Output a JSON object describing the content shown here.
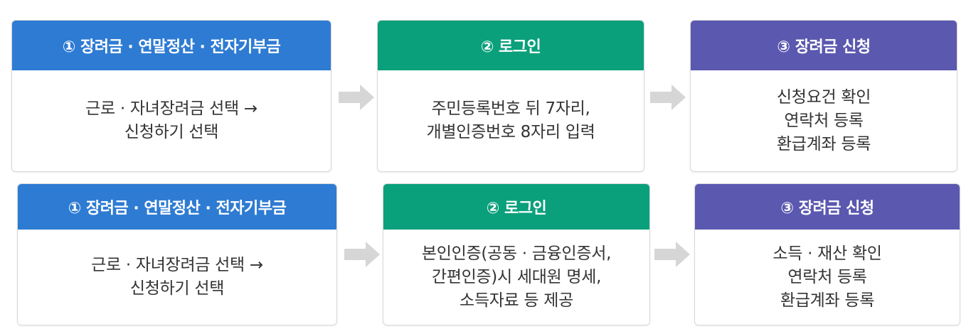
{
  "colors": {
    "step1": "#2e7bd3",
    "step2": "#0aa07c",
    "step3": "#5b58b0",
    "arrow": "#d6d6d6"
  },
  "rows": [
    {
      "step1": {
        "title": "① 장려금 · 연말정산 · 전자기부금",
        "lines": [
          "근로 · 자녀장려금 선택 →",
          "신청하기 선택"
        ]
      },
      "step2": {
        "title": "② 로그인",
        "lines": [
          "주민등록번호 뒤 7자리,",
          "개별인증번호 8자리 입력"
        ]
      },
      "step3": {
        "title": "③ 장려금 신청",
        "lines": [
          "신청요건 확인",
          "연락처 등록",
          "환급계좌 등록"
        ]
      }
    },
    {
      "step1": {
        "title": "① 장려금 · 연말정산 · 전자기부금",
        "lines": [
          "근로 · 자녀장려금 선택 →",
          "신청하기 선택"
        ]
      },
      "step2": {
        "title": "② 로그인",
        "lines": [
          "본인인증(공동 · 금융인증서,",
          "간편인증)시 세대원 명세,",
          "소득자료 등 제공"
        ]
      },
      "step3": {
        "title": "③ 장려금 신청",
        "lines": [
          "소득 · 재산 확인",
          "연락처 등록",
          "환급계좌 등록"
        ]
      }
    }
  ]
}
